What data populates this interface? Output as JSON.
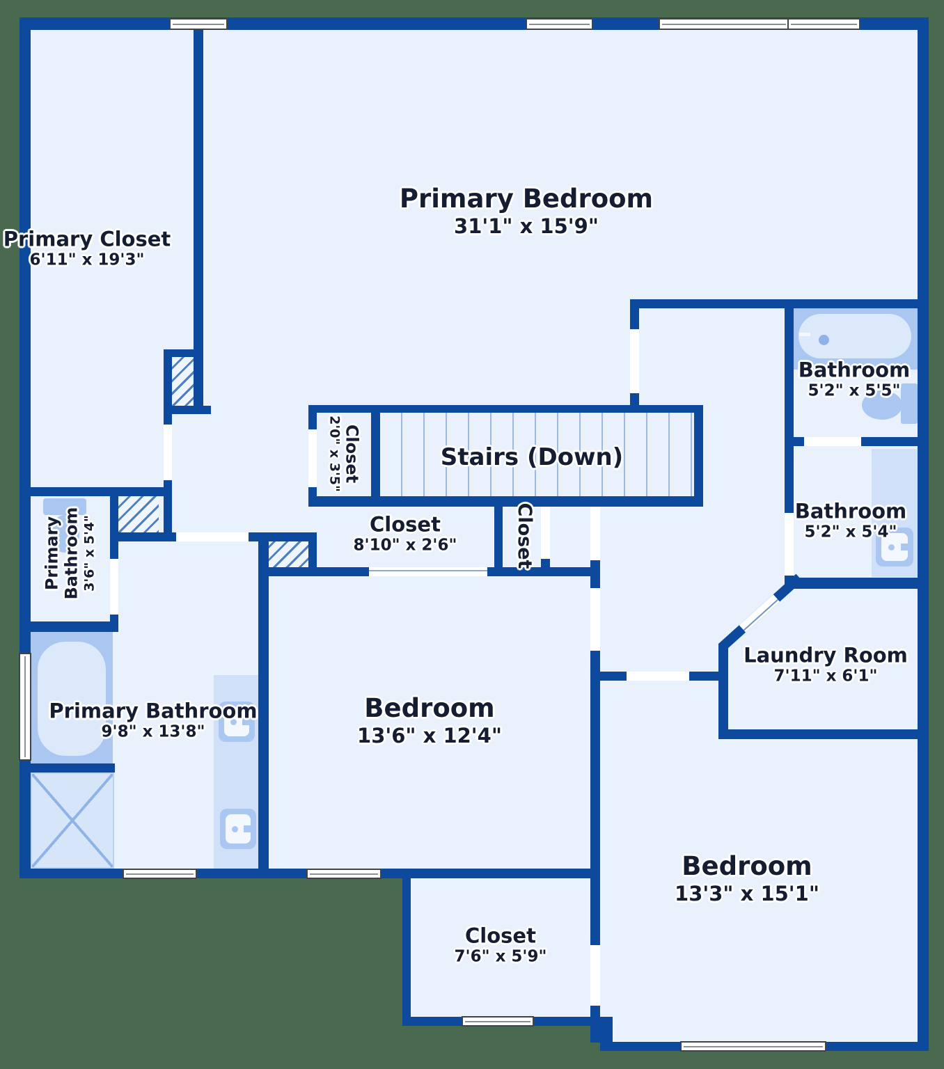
{
  "palette": {
    "background": "#4a6a4f",
    "wall": "#0d4a9e",
    "floor": "#e9f2fc",
    "fixture": "#a9c7f0",
    "fixture_light": "#dce9fb",
    "counter": "#cfe0f8",
    "hatch_line": "#4d7fc0",
    "stair_tread": "#9dbade",
    "text": "#151d33"
  },
  "rooms": {
    "primary_closet": {
      "name": "Primary Closet",
      "dims": "6'11\" x 19'3\""
    },
    "primary_bedroom": {
      "name": "Primary Bedroom",
      "dims": "31'1\" x 15'9\""
    },
    "closet_by_stairs": {
      "name": "Closet",
      "dims": "2'0\" x 3'5\""
    },
    "stairs": {
      "name": "Stairs (Down)"
    },
    "closet_hall": {
      "name": "Closet",
      "dims": "8'10\" x 2'6\""
    },
    "closet_nook": {
      "name": "Closet"
    },
    "bathroom_top": {
      "name": "Bathroom",
      "dims": "5'2\" x 5'5\""
    },
    "bathroom_mid": {
      "name": "Bathroom",
      "dims": "5'2\" x 5'4\""
    },
    "laundry": {
      "name": "Laundry Room",
      "dims": "7'11\" x 6'1\""
    },
    "primary_bathroom_small": {
      "line1": "Primary",
      "line2": "Bathroom",
      "dims": "3'6\" x 5'4\""
    },
    "primary_bathroom": {
      "name": "Primary Bathroom",
      "dims": "9'8\" x 13'8\""
    },
    "bedroom_mid": {
      "name": "Bedroom",
      "dims": "13'6\" x 12'4\""
    },
    "bedroom_right": {
      "name": "Bedroom",
      "dims": "13'3\" x 15'1\""
    },
    "closet_bottom": {
      "name": "Closet",
      "dims": "7'6\" x 5'9\""
    }
  }
}
